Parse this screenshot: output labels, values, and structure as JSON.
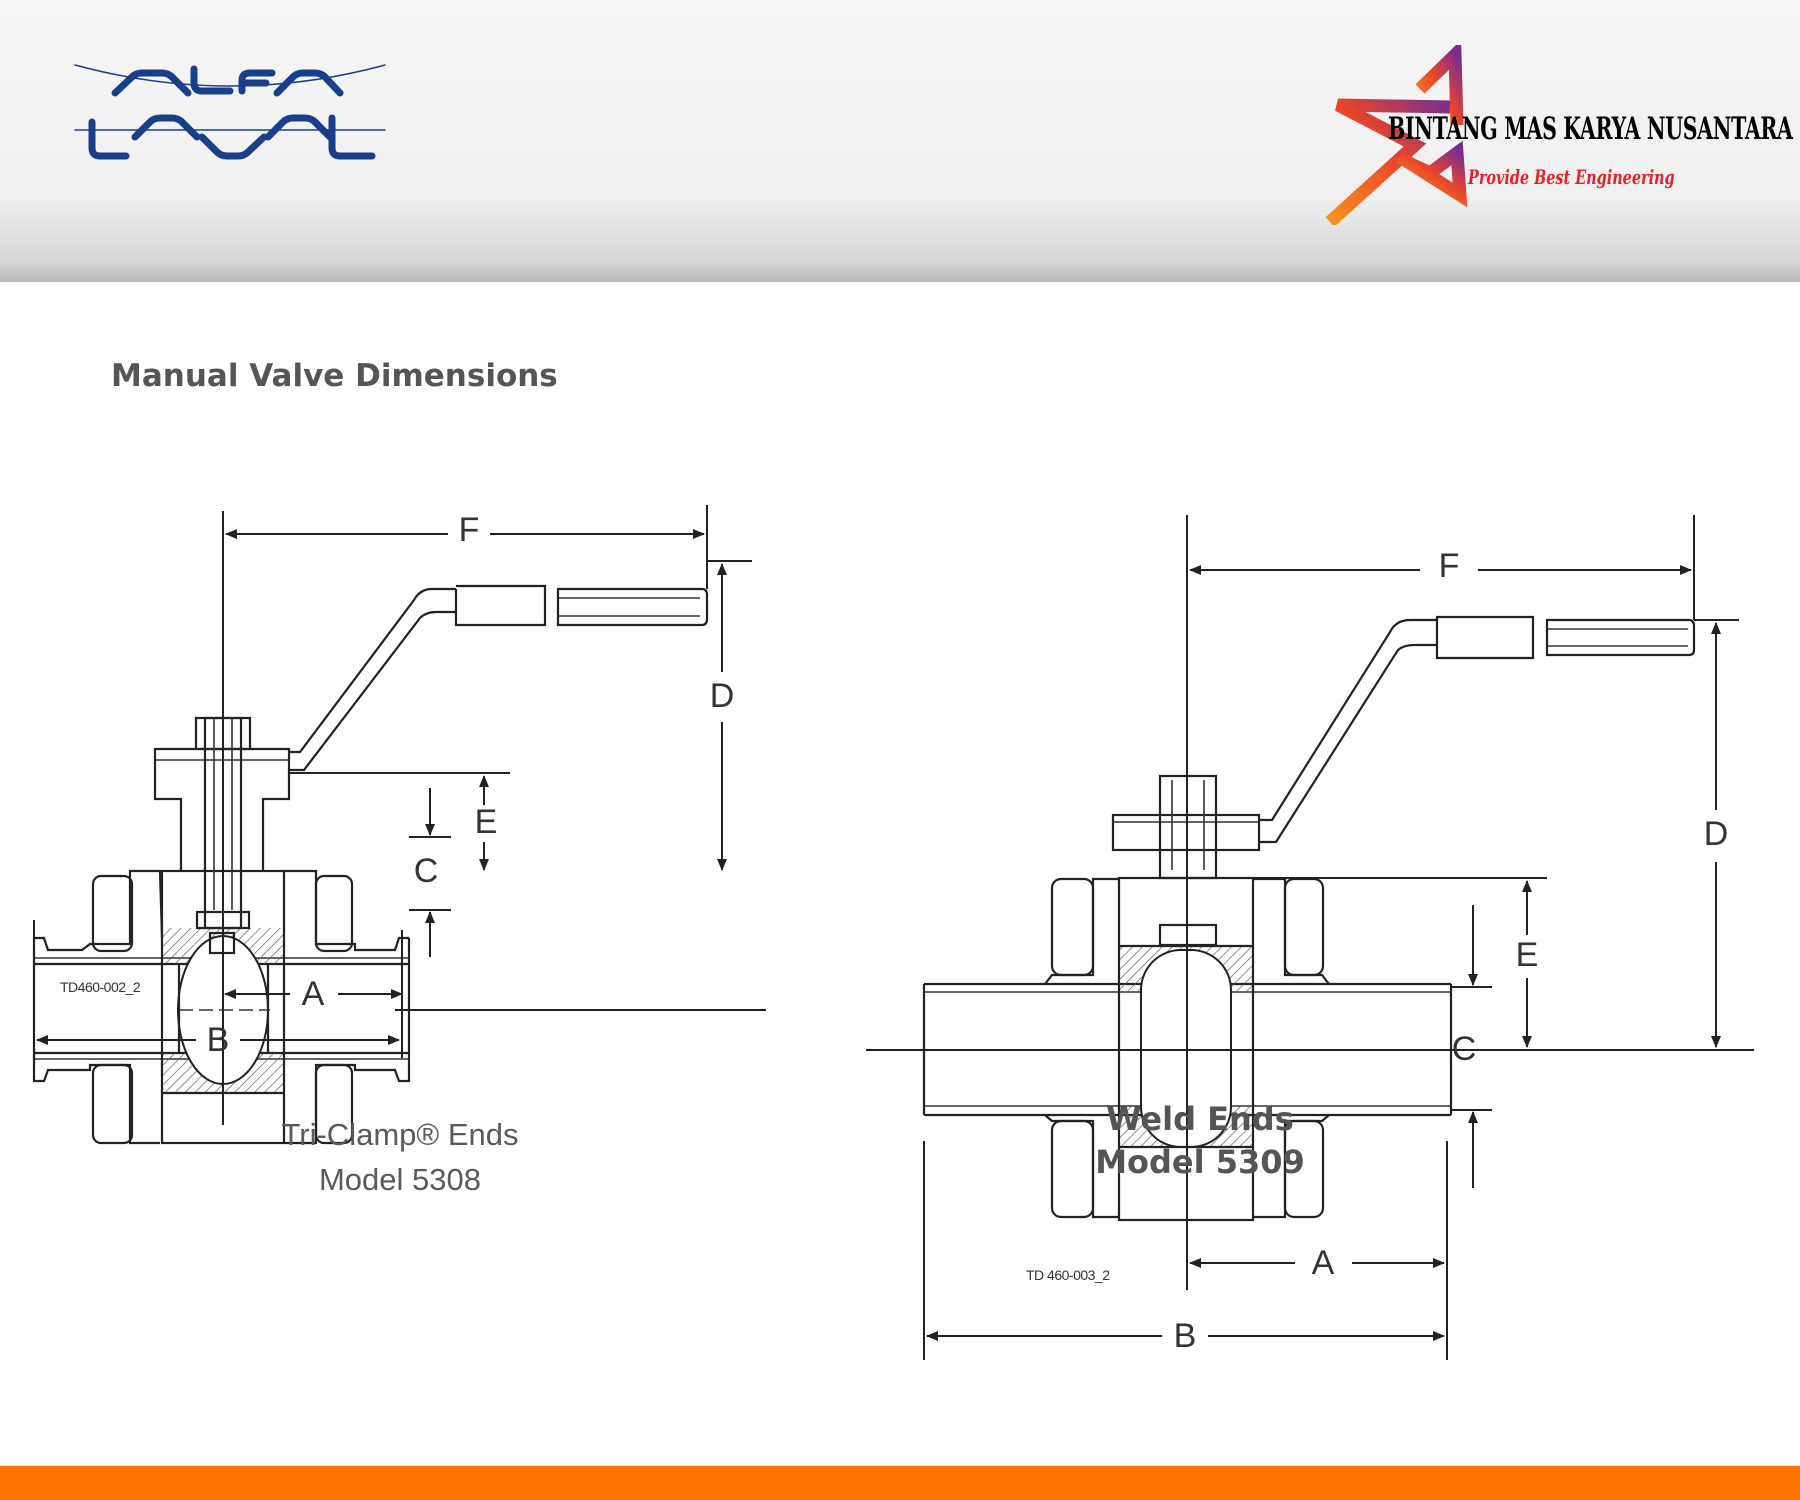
{
  "header": {
    "left_logo": {
      "text": "ALFA LAVAL",
      "color": "#1a3f8a"
    },
    "right_logo": {
      "name": "BINTANG MAS KARYA NUSANTARA",
      "tagline": "Provide Best Engineering",
      "tagline_color": "#e8202a",
      "star_colors": [
        "#f7931e",
        "#e8452b",
        "#7b2d8e"
      ]
    }
  },
  "page_title": "Manual Valve Dimensions",
  "drawings": [
    {
      "code": "TD460-002_2",
      "labels": {
        "A": "A",
        "B": "B",
        "C": "C",
        "D": "D",
        "E": "E",
        "F": "F"
      },
      "caption_line1": "Tri-Clamp® Ends",
      "caption_line2": "Model 5308"
    },
    {
      "code": "TD 460-003_2",
      "labels": {
        "A": "A",
        "B": "B",
        "C": "C",
        "D": "D",
        "E": "E",
        "F": "F"
      },
      "caption_line1": "Weld Ends",
      "caption_line2": "Model 5309"
    }
  ],
  "footer": {
    "color": "#ff7302"
  }
}
